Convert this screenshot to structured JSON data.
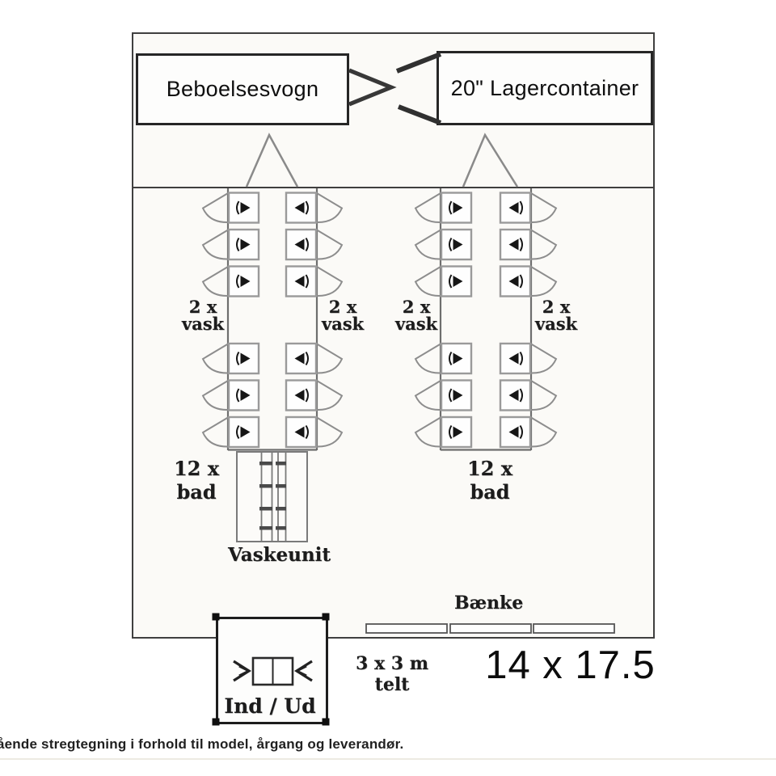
{
  "entrance_row": {
    "left_box_label": "Beboelsesvogn",
    "right_box_label": "20\" Lagercontainer"
  },
  "facility": {
    "sink_label_line1": "2 x",
    "sink_label_line2": "vask",
    "bath_count_left": "12 x bad",
    "bath_count_right": "12 x bad",
    "wash_unit_label": "Vaskeunit",
    "benches_label": "Bænke",
    "tent_label": "3 x 3 m telt",
    "site_dimensions": "14 x 17.5",
    "entrance_exit_label": "Ind / Ud"
  },
  "footer": {
    "caption": "ående stregtegning i forhold til model, årgang og leverandør."
  },
  "colors": {
    "line_dark": "#3f3f3f",
    "line_light": "#8d8d8d",
    "icon_black": "#161616",
    "background": "#ffffff"
  }
}
